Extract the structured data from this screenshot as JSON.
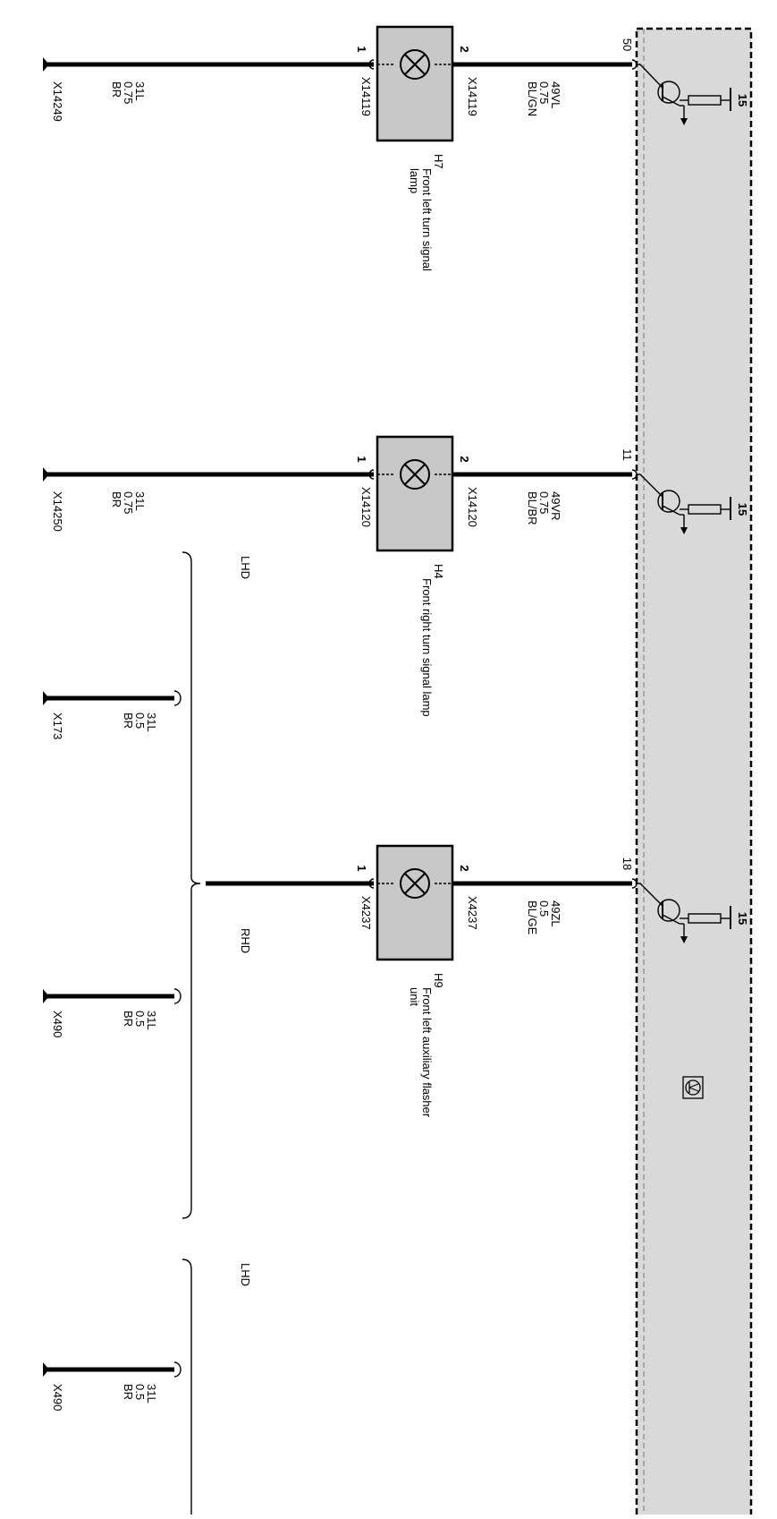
{
  "colors": {
    "module_fill": "#d9d9d9",
    "wire": "#000000",
    "lamp_fill": "#c8c8c8",
    "background": "#ffffff"
  },
  "module": {
    "icon": "transistor-symbol-icon",
    "outputs": [
      {
        "pin": "50",
        "fuse_label": "15"
      },
      {
        "pin": "11",
        "fuse_label": "15"
      },
      {
        "pin": "18",
        "fuse_label": "15"
      }
    ]
  },
  "lamps": [
    {
      "id": "H7",
      "description": "Front left turn signal lamp",
      "pin_power": "2",
      "pin_ground": "1",
      "connector_power": "X14119",
      "connector_ground": "X14119",
      "wire_in": {
        "circuit": "49VL",
        "size": "0.75",
        "color": "BL/GN"
      },
      "wire_out": {
        "circuit": "31L",
        "size": "0.75",
        "color": "BR"
      },
      "ground": "X14249"
    },
    {
      "id": "H4",
      "description": "Front right turn signal lamp",
      "pin_power": "2",
      "pin_ground": "1",
      "connector_power": "X14120",
      "connector_ground": "X14120",
      "wire_in": {
        "circuit": "49VR",
        "size": "0.75",
        "color": "BL/BR"
      },
      "wire_out": {
        "circuit": "31L",
        "size": "0.75",
        "color": "BR"
      },
      "ground": "X14250"
    },
    {
      "id": "H9",
      "description": "Front left auxiliary flasher unit",
      "pin_power": "2",
      "pin_ground": "1",
      "connector_power": "X4237",
      "connector_ground": "X4237",
      "wire_in": {
        "circuit": "49ZL",
        "size": "0.5",
        "color": "BL/GE"
      }
    }
  ],
  "variants": [
    {
      "label": "LHD",
      "wire": {
        "circuit": "31L",
        "size": "0.5",
        "color": "BR"
      },
      "ground": "X173"
    },
    {
      "label": "RHD",
      "wire": {
        "circuit": "31L",
        "size": "0.5",
        "color": "BR"
      },
      "ground": "X490"
    },
    {
      "label": "LHD",
      "wire": {
        "circuit": "31L",
        "size": "0.5",
        "color": "BR"
      },
      "ground": "X490"
    }
  ]
}
